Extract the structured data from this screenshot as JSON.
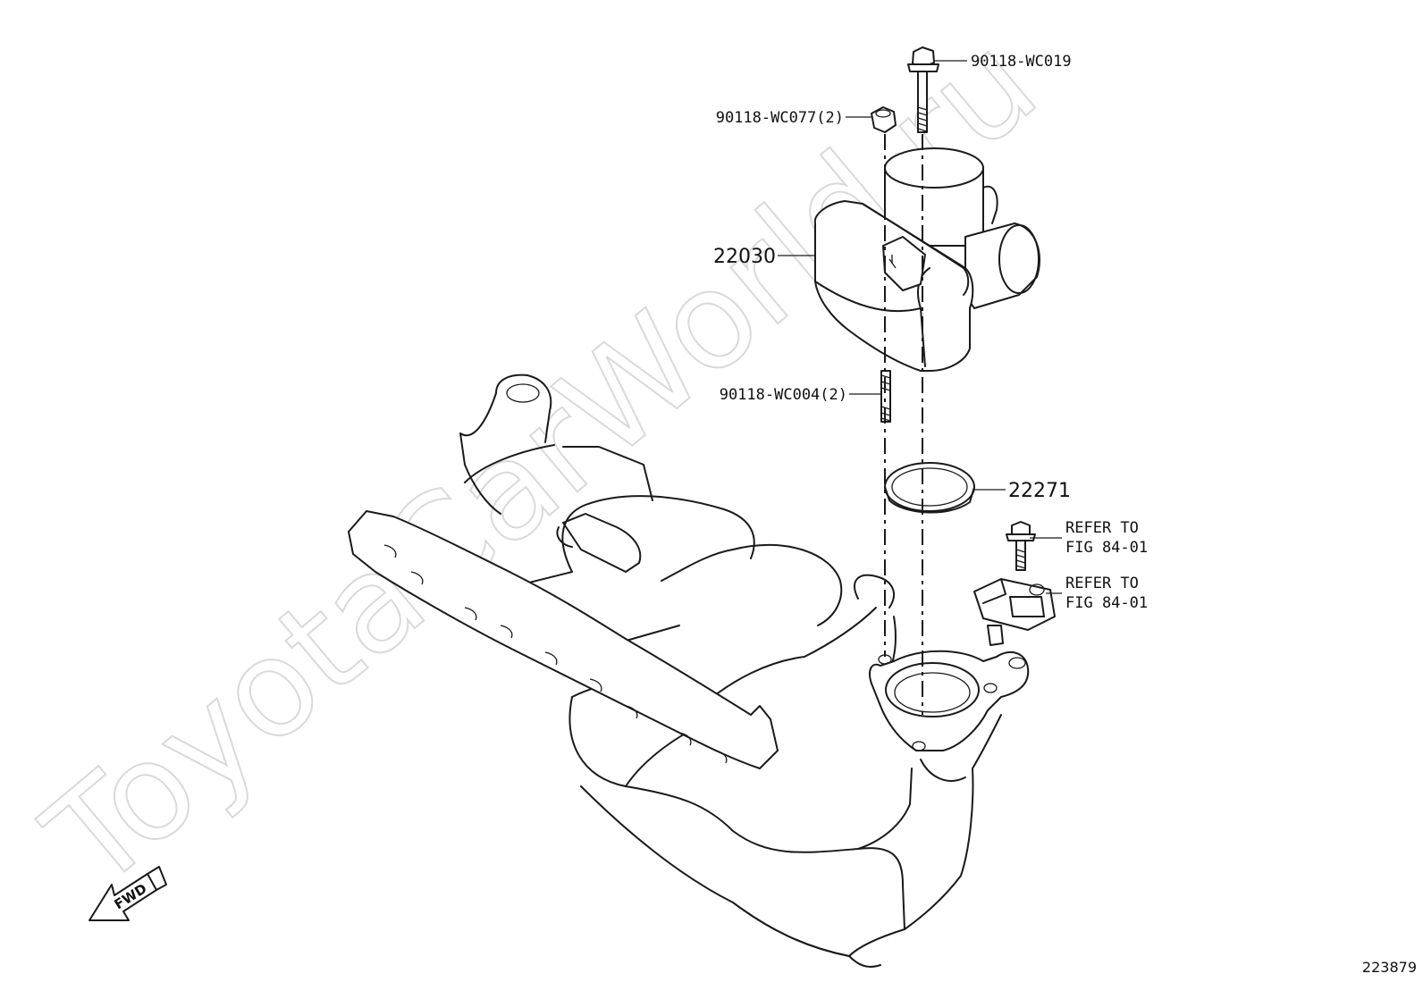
{
  "watermark": "ToyotaCarWorld.ru",
  "image_id": "223879",
  "fwd_label": "FWD",
  "parts": {
    "bolt_top": "90118-WC019",
    "nut": "90118-WC077(2)",
    "throttle_body": "22030",
    "stud": "90118-WC004(2)",
    "gasket": "22271",
    "refer_bolt_line1": "REFER TO",
    "refer_bolt_line2": "FIG 84-01",
    "refer_sensor_line1": "REFER TO",
    "refer_sensor_line2": "FIG 84-01"
  }
}
